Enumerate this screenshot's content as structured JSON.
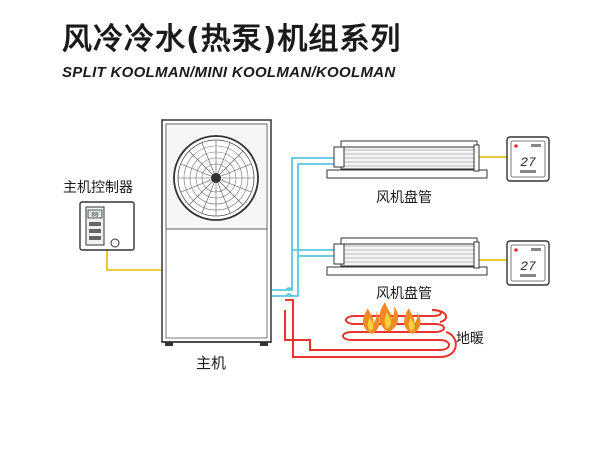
{
  "title": "风冷冷水(热泵)机组系列",
  "subtitle": "SPLIT KOOLMAN/MINI KOOLMAN/KOOLMAN",
  "labels": {
    "main_controller": "主机控制器",
    "main_unit": "主机",
    "fan_coil_upper": "风机盘管",
    "fan_coil_lower": "风机盘管",
    "floor_heating": "地暖"
  },
  "displays": {
    "controller_reading": "88",
    "thermostat_upper": "27",
    "thermostat_lower": "27"
  },
  "colors": {
    "water_pipe": "#5cc6e0",
    "floor_heating_pipe": "#e8342a",
    "wiring": "#e6b800",
    "outline": "#333333",
    "flame_outer": "#f08a24",
    "flame_inner": "#f6d23a"
  },
  "icons": [
    "fan-icon",
    "flame-icon",
    "thermostat-icon",
    "controller-icon"
  ]
}
